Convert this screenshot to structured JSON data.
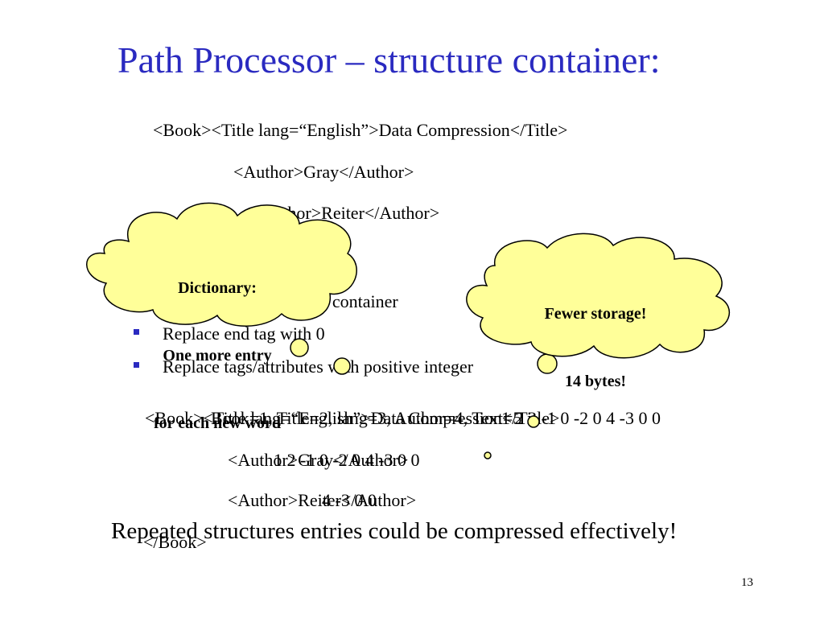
{
  "slide": {
    "title": "Path Processor – structure container:",
    "page_number": "13",
    "colors": {
      "title": "#2a2ac0",
      "cloud_fill": "#ffff99",
      "bullet": "#2a2ac0"
    }
  },
  "xml_lines": [
    "<Book><Title lang=“English”>Data Compression</Title>",
    "<Author>Gray</Author>",
    "<Author>Reiter</Author>"
  ],
  "partial_line": "ue with container",
  "bullets": [
    "Replace end tag with 0",
    "Replace tags/attributes with positive integer"
  ],
  "overlap_lines": {
    "book_line": "<Book><Title lang=“English”>Data Compression</Title>",
    "container_line": "Book=1, Title=2, lang=3, Author=4, Text=5",
    "compressed_line1": "1 2 3 -1 0 -2 0 4 -3 0 0",
    "gray_line": "<Author>Gray</Author>",
    "compressed_line2": "1 2 -1 0 -2 0 4 -3 0 0",
    "reiter_line": "<Author>Reiter</Author>",
    "reiter_compressed": "4 -3 0 0",
    "end_book": "</Book>"
  },
  "summary": "Repeated structures entries could be compressed effectively!",
  "callouts": {
    "dictionary": {
      "line1": "Dictionary:",
      "line2": "One more entry",
      "line3": "for each new word"
    },
    "storage": {
      "line1": "Fewer storage!",
      "line2": "14 bytes!"
    }
  }
}
